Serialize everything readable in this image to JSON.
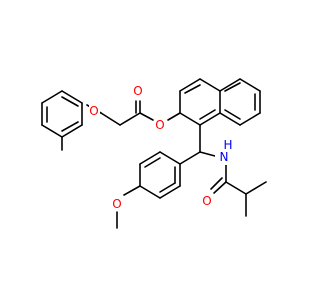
{
  "colors": {
    "background": "#ffffff",
    "bond": "#000000",
    "oxygen": "#ff0000",
    "nitrogen": "#0000ff",
    "hydrogen": "#0000ff"
  },
  "atoms": {
    "o_ether_phenoxy": "O",
    "o_carbonyl_ester": "O",
    "o_ester": "O",
    "o_methoxy": "O",
    "o_amide": "O",
    "n_amide": "N",
    "h_amide": "H"
  }
}
